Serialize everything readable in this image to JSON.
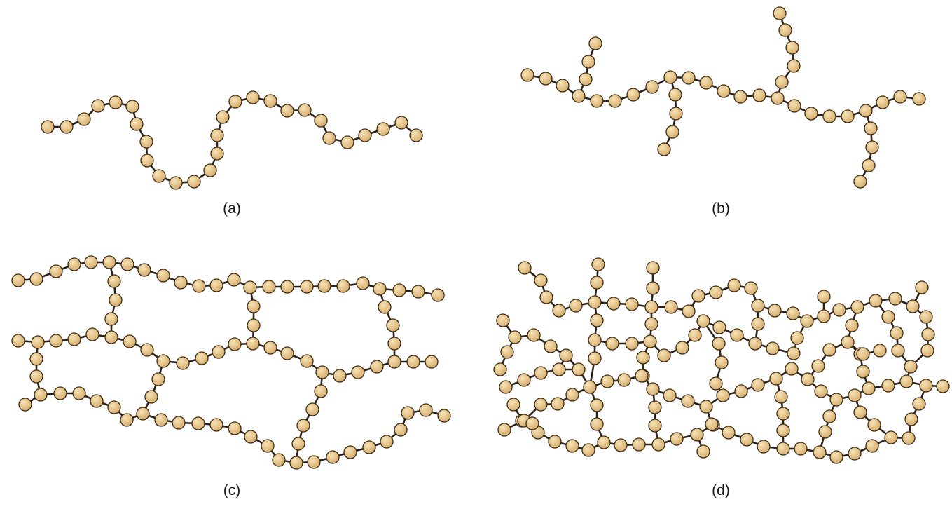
{
  "colors": {
    "bead_fill_light": "#f7e3b5",
    "bead_fill_dark": "#d4aa6a",
    "bead_outline": "#3a2a14",
    "bond": "#2b2118"
  },
  "panels": [
    {
      "id": "a",
      "caption": "(a)",
      "structure": "linear"
    },
    {
      "id": "b",
      "caption": "(b)",
      "structure": "branched"
    },
    {
      "id": "c",
      "caption": "(c)",
      "structure": "crosslinked"
    },
    {
      "id": "d",
      "caption": "(d)",
      "structure": "network"
    }
  ]
}
